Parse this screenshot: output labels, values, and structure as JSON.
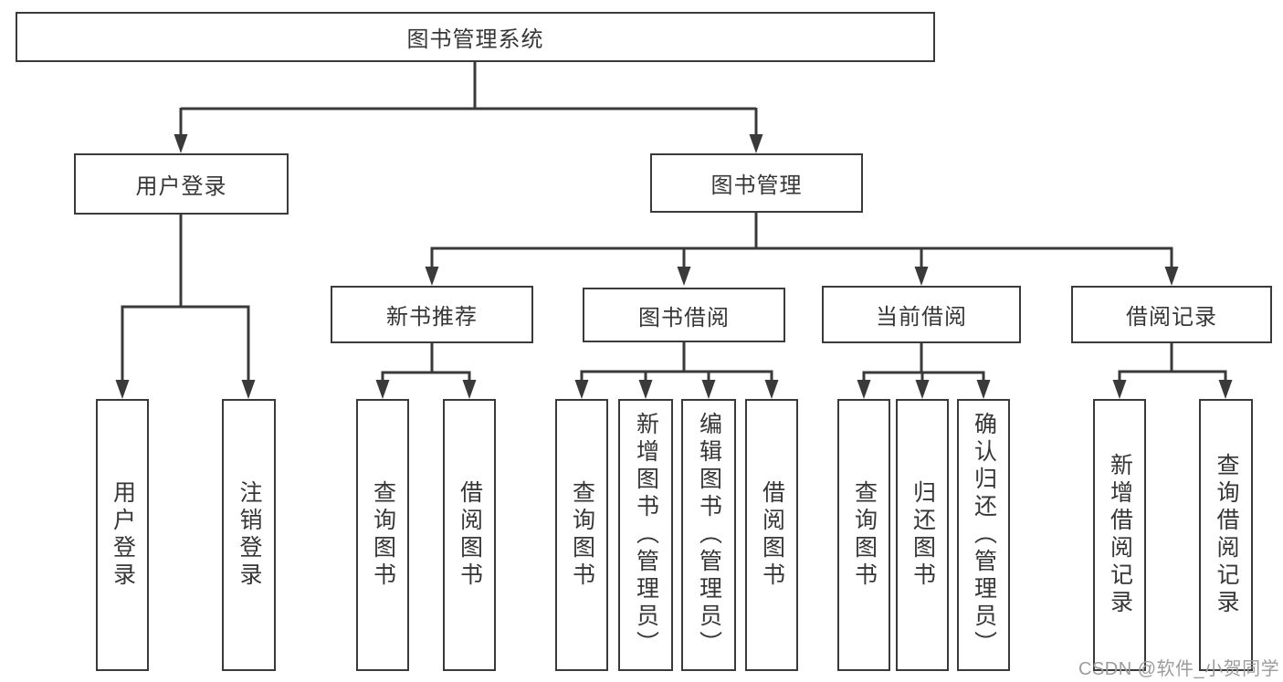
{
  "diagram": {
    "root": {
      "label": "图书管理系统"
    },
    "user_login": {
      "label": "用户登录",
      "children": [
        {
          "label": "用户登录"
        },
        {
          "label": "注销登录"
        }
      ]
    },
    "book_management": {
      "label": "图书管理",
      "children": [
        {
          "label": "新书推荐",
          "children": [
            {
              "label": "查询图书"
            },
            {
              "label": "借阅图书"
            }
          ]
        },
        {
          "label": "图书借阅",
          "children": [
            {
              "label": "查询图书"
            },
            {
              "label": "新增图书（管理员）"
            },
            {
              "label": "编辑图书（管理员）"
            },
            {
              "label": "借阅图书"
            }
          ]
        },
        {
          "label": "当前借阅",
          "children": [
            {
              "label": "查询图书"
            },
            {
              "label": "归还图书"
            },
            {
              "label": "确认归还（管理员）"
            }
          ]
        },
        {
          "label": "借阅记录",
          "children": [
            {
              "label": "新增借阅记录"
            },
            {
              "label": "查询借阅记录"
            }
          ]
        }
      ]
    },
    "colors": {
      "line": "#3a3a3a",
      "text": "#363636",
      "box_background": "#ffffff",
      "watermark": "#9c9c9c"
    }
  },
  "watermark": {
    "text": "CSDN @软件_小贺同学"
  }
}
